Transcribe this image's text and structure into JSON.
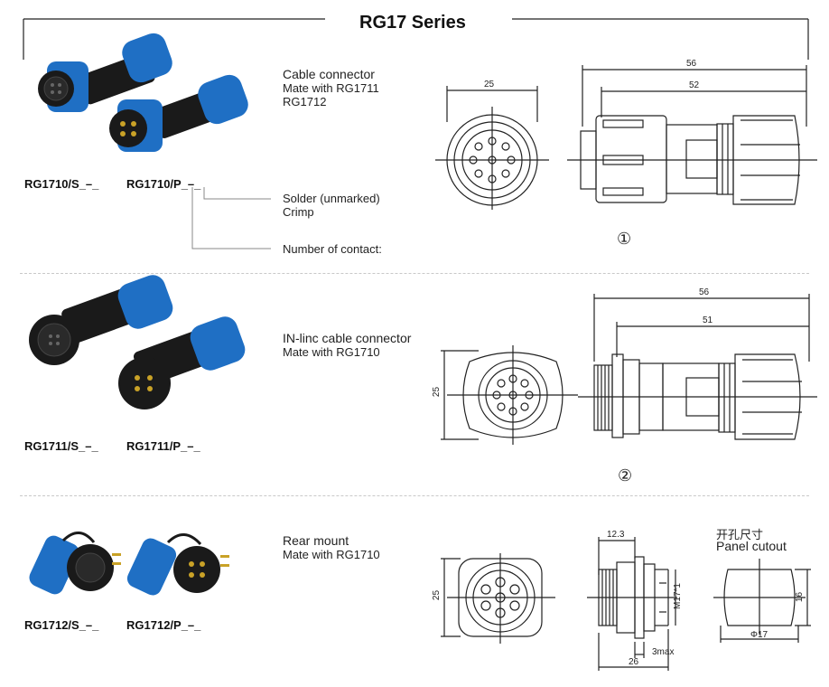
{
  "title": "RG17 Series",
  "sections": [
    {
      "description": [
        "Cable connector",
        "Mate with RG1711",
        "RG1712"
      ],
      "models": [
        "RG1710/S_–_",
        "RG1710/P_–_"
      ],
      "callouts": {
        "termination": [
          "Solder (unmarked)",
          "Crimp"
        ],
        "contacts": "Number of contact:"
      },
      "dims": {
        "front_width": "25",
        "overall": "56",
        "body": "52"
      },
      "figure_number": "①"
    },
    {
      "description": [
        "IN-linc cable connector",
        "Mate with RG1710"
      ],
      "models": [
        "RG1711/S_–_",
        "RG1711/P_–_"
      ],
      "dims": {
        "front_height": "25",
        "overall": "56",
        "body": "51"
      },
      "figure_number": "②"
    },
    {
      "description": [
        "Rear mount",
        "Mate with RG1710"
      ],
      "models": [
        "RG1712/S_–_",
        "RG1712/P_–_"
      ],
      "dims": {
        "front_height": "25",
        "flange": "12.3",
        "thread": "M17*1",
        "length": "26",
        "panel_max": "3max",
        "cutout_title_cn": "开孔尺寸",
        "cutout_title_en": "Panel cutout",
        "cutout_dia": "Φ17",
        "cutout_flat": "16"
      }
    }
  ],
  "colors": {
    "connector_blue": "#1f6fc4",
    "connector_black": "#1a1a1a",
    "line": "#222222"
  }
}
